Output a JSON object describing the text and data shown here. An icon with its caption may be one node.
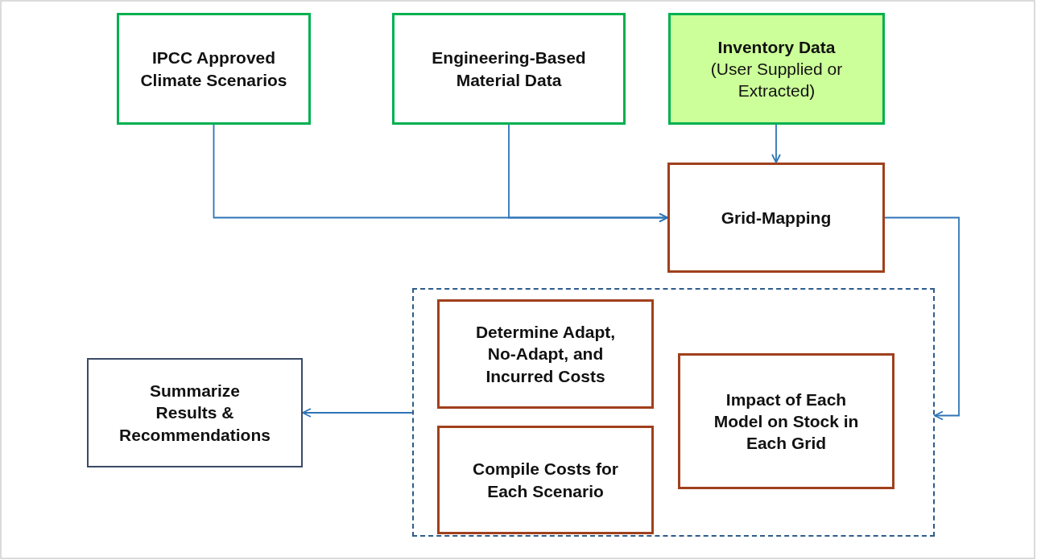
{
  "diagram": {
    "nodes": [
      {
        "text": [
          "IPCC Approved Climate Scenarios"
        ]
      },
      {
        "text": [
          "Engineering-Based Material Data"
        ]
      },
      {
        "text": [
          "Inventory Data",
          "(User Supplied or Extracted)"
        ]
      },
      {
        "text": [
          "Grid-Mapping"
        ]
      },
      {
        "text": [],
        "shape": "box"
      },
      {
        "text": [
          "Determine Adapt, No-Adapt, and Incurred Costs"
        ],
        "in": 4
      },
      {
        "text": [
          "Compile Costs for Each Scenario"
        ],
        "in": 4
      },
      {
        "text": [
          "Impact of Each Model on Stock in Each Grid"
        ],
        "in": 4
      },
      {
        "text": [
          "Summarize Results & Recommendations"
        ]
      }
    ],
    "edges": [
      {
        "from": 0,
        "to": 3,
        "arrow": "to"
      },
      {
        "from": 1,
        "to": 3,
        "arrow": "to"
      },
      {
        "from": 2,
        "to": 3,
        "arrow": "to"
      },
      {
        "from": 3,
        "to": 4,
        "arrow": "to"
      },
      {
        "from": 4,
        "to": 8,
        "arrow": "to"
      }
    ]
  }
}
